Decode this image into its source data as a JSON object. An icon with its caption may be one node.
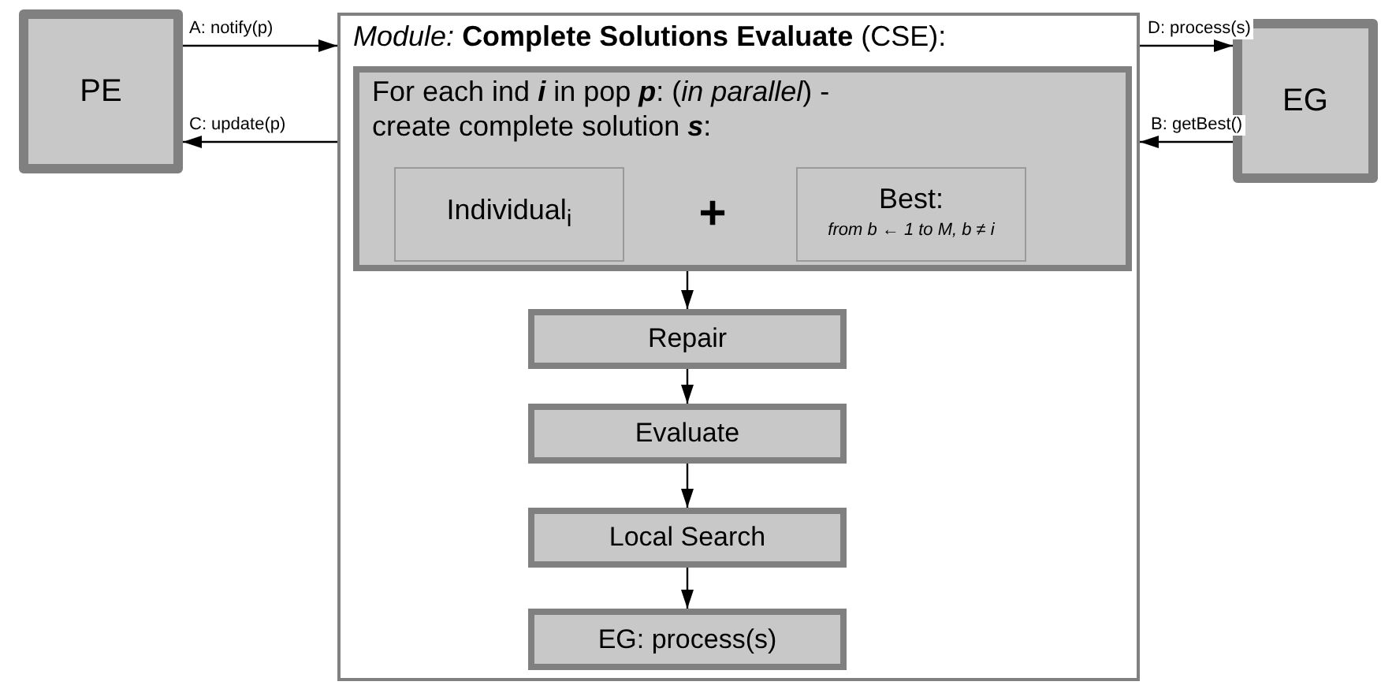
{
  "diagram": {
    "nodes": [
      {
        "text": [
          "PE"
        ]
      },
      {
        "text": [
          "*Module:* **Complete Solutions Evaluate** (CSE):"
        ]
      },
      {
        "text": [
          "For each ind **i** in pop **p**: (*in parallel*) - create complete solution **s**:"
        ],
        "in": 1
      },
      {
        "text": [
          "Individual$_{i}$"
        ],
        "in": 2
      },
      {
        "text": [
          "+"
        ],
        "in": 2
      },
      {
        "text": [
          "Best:",
          "from b ← 1 to M, b ≠ i"
        ],
        "in": 2
      },
      {
        "text": [
          "Repair"
        ],
        "in": 1
      },
      {
        "text": [
          "Evaluate"
        ],
        "in": 1
      },
      {
        "text": [
          "Local Search"
        ],
        "in": 1
      },
      {
        "text": [
          "EG: process(s)"
        ],
        "in": 1
      },
      {
        "text": [
          "EG"
        ]
      }
    ],
    "edges": [
      {
        "from": 0,
        "to": 1,
        "arrow": "to",
        "label": "A: notify(p)"
      },
      {
        "from": 1,
        "to": 0,
        "arrow": "to",
        "label": "C: update(p)"
      },
      {
        "from": 1,
        "to": 10,
        "arrow": "to",
        "label": "D: process(s)"
      },
      {
        "from": 10,
        "to": 1,
        "arrow": "to",
        "label": "B: getBest()"
      },
      {
        "from": 2,
        "to": 6,
        "arrow": "to"
      },
      {
        "from": 6,
        "to": 7,
        "arrow": "to"
      },
      {
        "from": 7,
        "to": 8,
        "arrow": "to"
      },
      {
        "from": 8,
        "to": 9,
        "arrow": "to"
      }
    ]
  }
}
